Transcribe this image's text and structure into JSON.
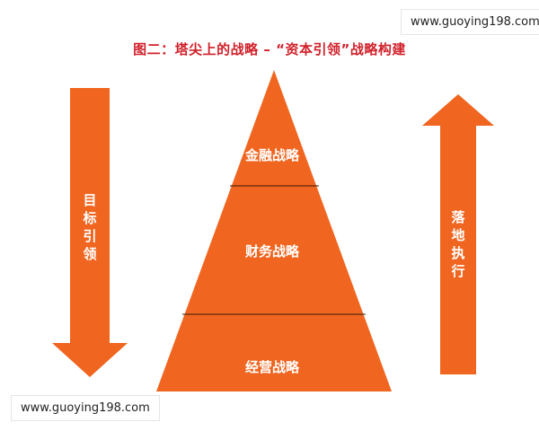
{
  "title": "图二：塔尖上的战略 – “资本引领”战略构建",
  "watermark": "www.guoying198.com",
  "pyramid": {
    "color": "#f0651f",
    "levels": [
      "金融战略",
      "财务战略",
      "经营战略"
    ]
  },
  "left_arrow": {
    "label": "目标引领",
    "direction": "down"
  },
  "right_arrow": {
    "label": "落地执行",
    "direction": "up"
  }
}
